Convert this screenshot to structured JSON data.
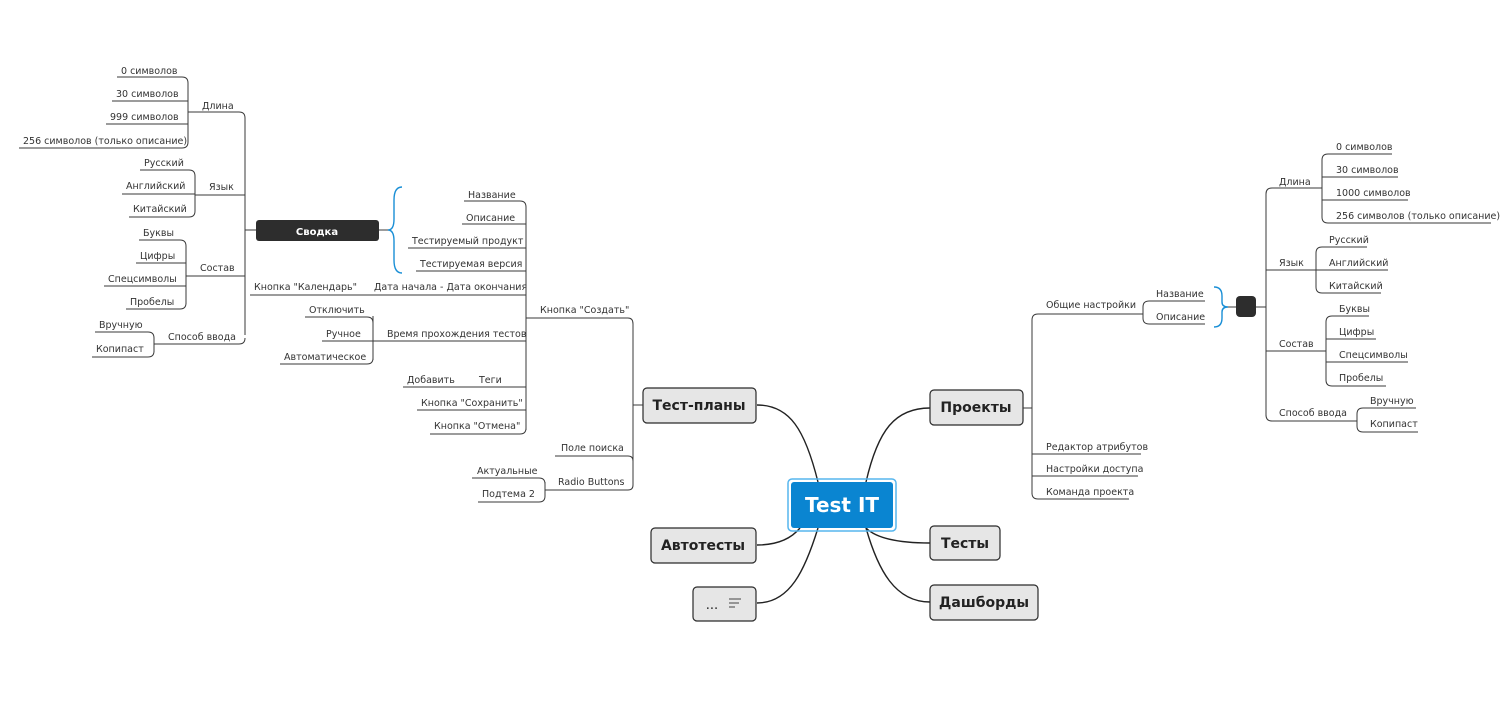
{
  "central": {
    "label": "Test IT",
    "color": "#0a85d1"
  },
  "main_topics": {
    "test_plans": "Тест-планы",
    "autotests": "Автотесты",
    "more": "...",
    "projects": "Проекты",
    "tests": "Тесты",
    "dashboards": "Дашборды"
  },
  "test_plans": {
    "create_button": "Кнопка \"Создать\"",
    "name": "Название",
    "description": "Описание",
    "tested_product": "Тестируемый продукт",
    "tested_version": "Тестируемая версия",
    "date_range": "Дата начала - Дата окончания",
    "calendar_button": "Кнопка \"Календарь\"",
    "test_time": "Время прохождения тестов",
    "time_options": [
      "Отключить",
      "Ручное",
      "Автоматическое"
    ],
    "tags": "Теги",
    "add": "Добавить",
    "save_button": "Кнопка \"Сохранить\"",
    "cancel_button": "Кнопка \"Отмена\"",
    "search_field": "Поле поиска",
    "radio_buttons": "Radio Buttons",
    "radio_options": [
      "Актуальные",
      "Подтема 2"
    ]
  },
  "summary": {
    "label": "Сводка",
    "length": "Длина",
    "length_options": [
      "0 символов",
      "30 символов",
      "999 символов",
      "256 символов (только описание)"
    ],
    "language": "Язык",
    "language_options": [
      "Русский",
      "Английский",
      "Китайский"
    ],
    "composition": "Состав",
    "composition_options": [
      "Буквы",
      "Цифры",
      "Спецсимволы",
      "Пробелы"
    ],
    "input_method": "Способ ввода",
    "input_options": [
      "Вручную",
      "Копипаст"
    ]
  },
  "projects": {
    "general_settings": "Общие настройки",
    "name": "Название",
    "description": "Описание",
    "attribute_editor": "Редактор атрибутов",
    "access_settings": "Настройки доступа",
    "project_team": "Команда проекта",
    "length": "Длина",
    "length_options": [
      "0 символов",
      "30 символов",
      "1000 символов",
      "256 символов (только описание)"
    ],
    "language": "Язык",
    "language_options": [
      "Русский",
      "Английский",
      "Китайский"
    ],
    "composition": "Состав",
    "composition_options": [
      "Буквы",
      "Цифры",
      "Спецсимволы",
      "Пробелы"
    ],
    "input_method": "Способ ввода",
    "input_options": [
      "Вручную",
      "Копипаст"
    ]
  }
}
